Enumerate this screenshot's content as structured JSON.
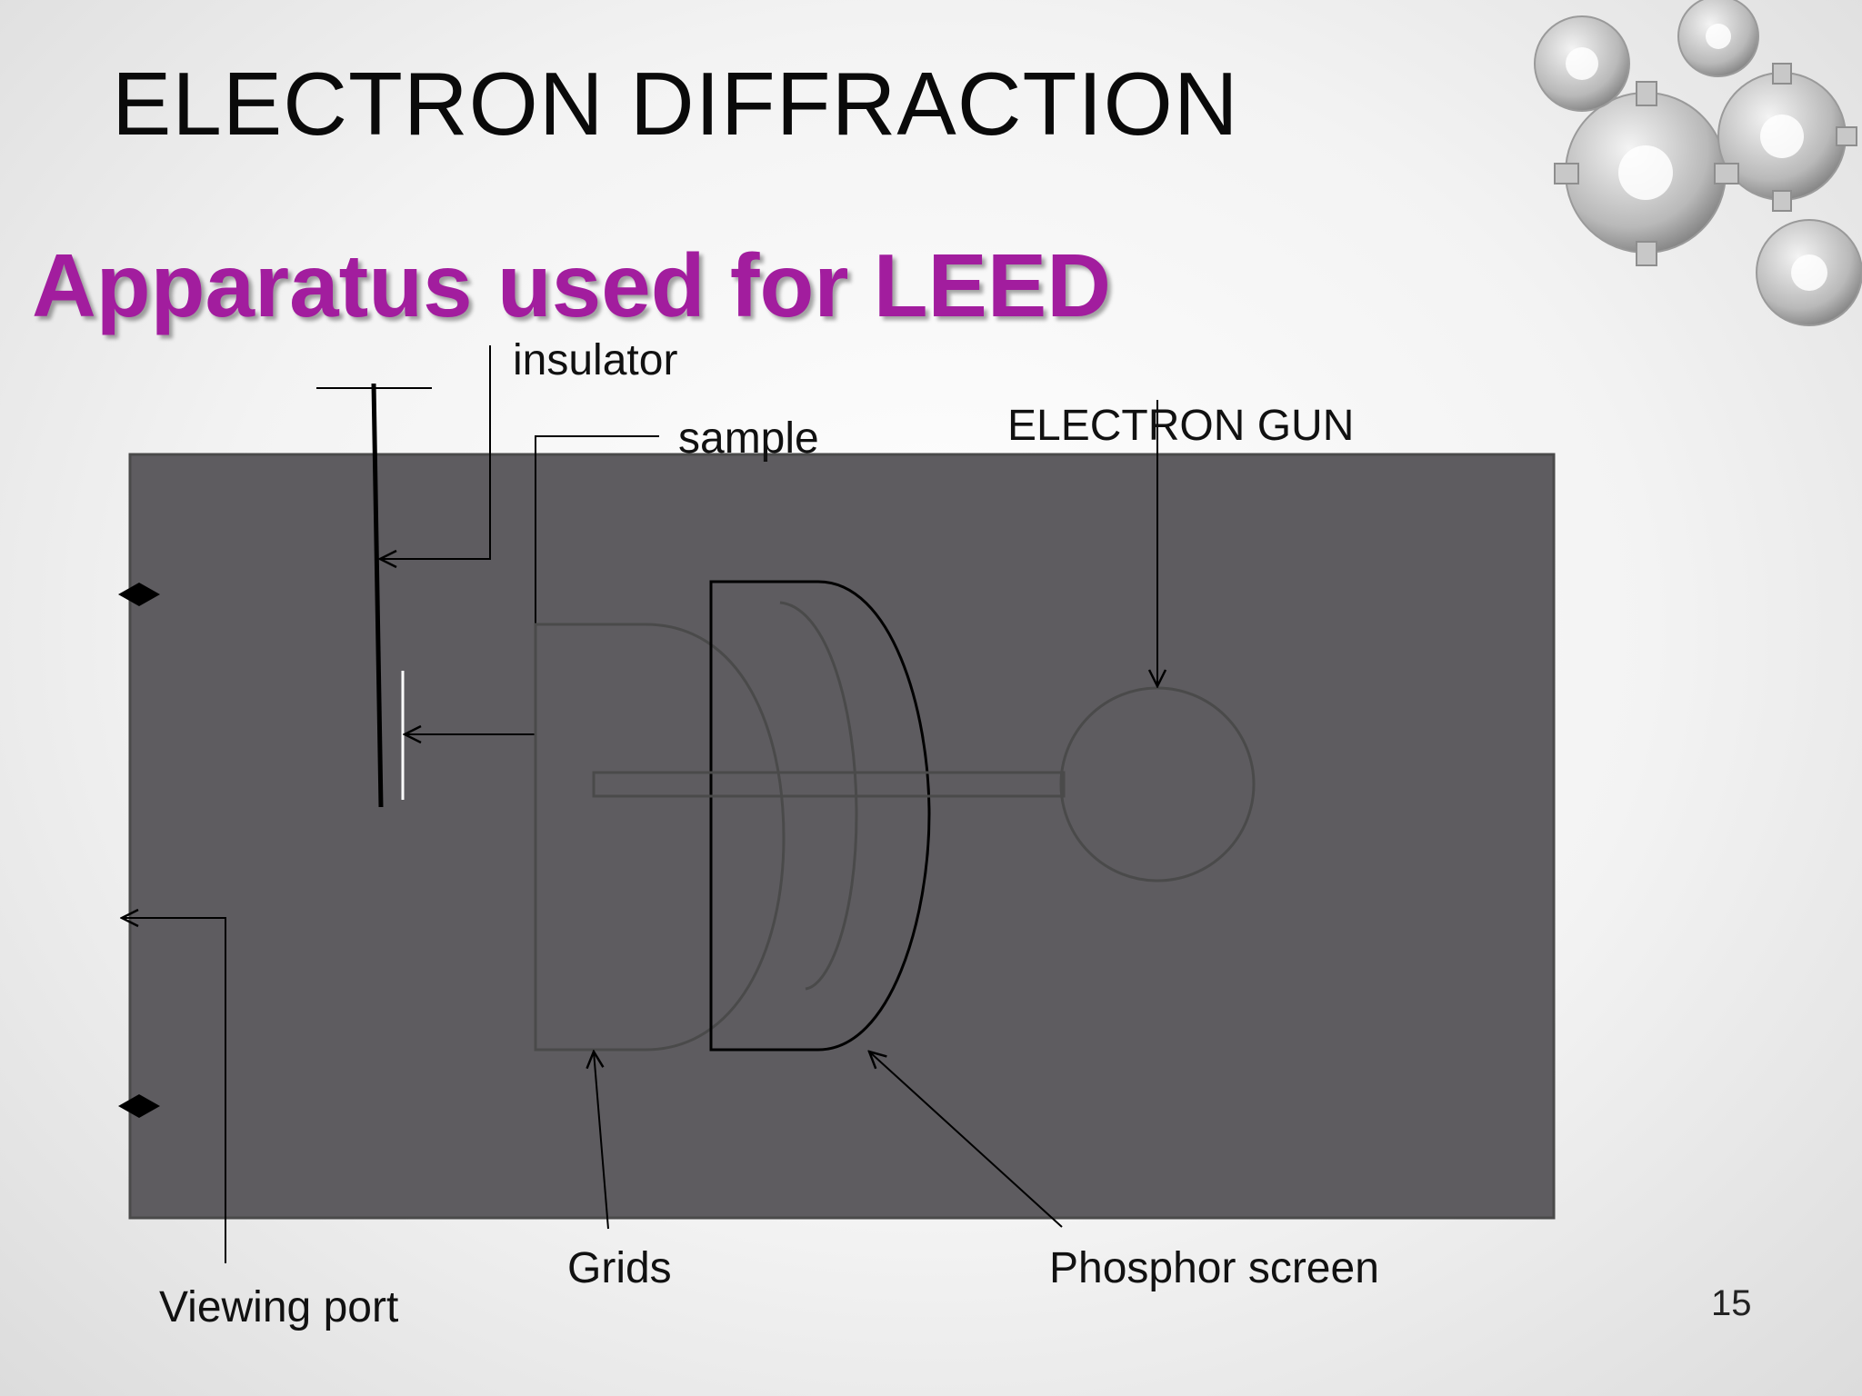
{
  "slide": {
    "title": "ELECTRON DIFFRACTION",
    "subtitle": "Apparatus used for LEED",
    "page_number": "15"
  },
  "labels": {
    "insulator": "insulator",
    "sample": "sample",
    "electron_gun": "ELECTRON GUN",
    "grids": "Grids",
    "phosphor_screen": "Phosphor screen",
    "viewing_port": "Viewing port"
  },
  "colors": {
    "chamber_fill": "#5e5c60",
    "subtitle": "#a21d9e",
    "lines": "#000000",
    "sample": "#ffffff"
  },
  "icons": {
    "decoration": "gears-icon",
    "port_marker": "diamond-icon"
  }
}
